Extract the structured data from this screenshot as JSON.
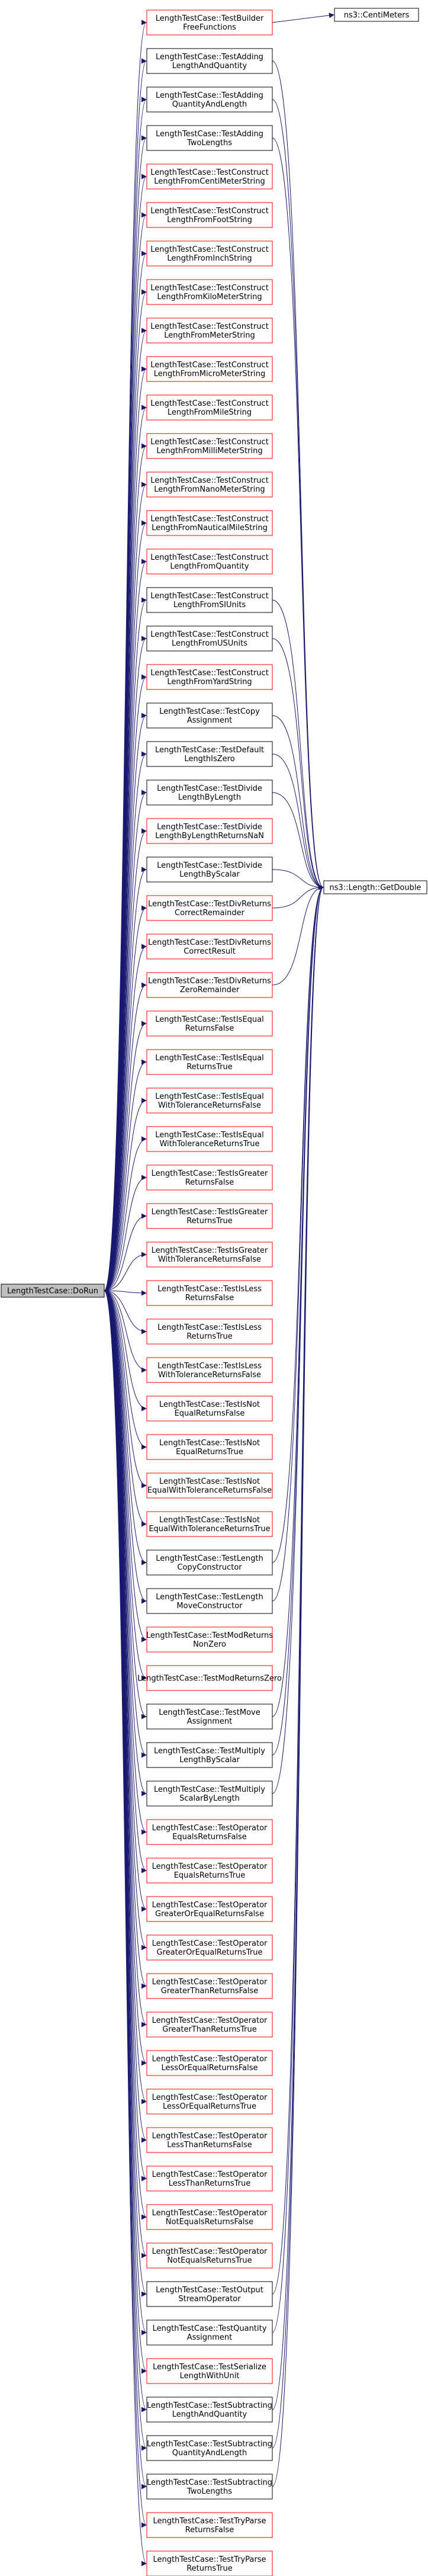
{
  "graph": {
    "root": {
      "label": "LengthTestCase::DoRun"
    },
    "targets": {
      "getdouble": {
        "label": "ns3::Length::GetDouble"
      },
      "centimeters": {
        "label": "ns3::CentiMeters"
      }
    },
    "callers": [
      {
        "lines": [
          "LengthTestCase::TestBuilder",
          "FreeFunctions"
        ],
        "border": "red",
        "calls": [
          "centimeters"
        ]
      },
      {
        "lines": [
          "LengthTestCase::TestAdding",
          "LengthAndQuantity"
        ],
        "border": "black",
        "calls": [
          "getdouble"
        ]
      },
      {
        "lines": [
          "LengthTestCase::TestAdding",
          "QuantityAndLength"
        ],
        "border": "black",
        "calls": [
          "getdouble"
        ]
      },
      {
        "lines": [
          "LengthTestCase::TestAdding",
          "TwoLengths"
        ],
        "border": "black",
        "calls": [
          "getdouble"
        ]
      },
      {
        "lines": [
          "LengthTestCase::TestConstruct",
          "LengthFromCentiMeterString"
        ],
        "border": "red",
        "calls": []
      },
      {
        "lines": [
          "LengthTestCase::TestConstruct",
          "LengthFromFootString"
        ],
        "border": "red",
        "calls": []
      },
      {
        "lines": [
          "LengthTestCase::TestConstruct",
          "LengthFromInchString"
        ],
        "border": "red",
        "calls": []
      },
      {
        "lines": [
          "LengthTestCase::TestConstruct",
          "LengthFromKiloMeterString"
        ],
        "border": "red",
        "calls": []
      },
      {
        "lines": [
          "LengthTestCase::TestConstruct",
          "LengthFromMeterString"
        ],
        "border": "red",
        "calls": []
      },
      {
        "lines": [
          "LengthTestCase::TestConstruct",
          "LengthFromMicroMeterString"
        ],
        "border": "red",
        "calls": []
      },
      {
        "lines": [
          "LengthTestCase::TestConstruct",
          "LengthFromMileString"
        ],
        "border": "red",
        "calls": []
      },
      {
        "lines": [
          "LengthTestCase::TestConstruct",
          "LengthFromMilliMeterString"
        ],
        "border": "red",
        "calls": []
      },
      {
        "lines": [
          "LengthTestCase::TestConstruct",
          "LengthFromNanoMeterString"
        ],
        "border": "red",
        "calls": []
      },
      {
        "lines": [
          "LengthTestCase::TestConstruct",
          "LengthFromNauticalMileString"
        ],
        "border": "red",
        "calls": []
      },
      {
        "lines": [
          "LengthTestCase::TestConstruct",
          "LengthFromQuantity"
        ],
        "border": "red",
        "calls": []
      },
      {
        "lines": [
          "LengthTestCase::TestConstruct",
          "LengthFromSIUnits"
        ],
        "border": "black",
        "calls": [
          "getdouble"
        ]
      },
      {
        "lines": [
          "LengthTestCase::TestConstruct",
          "LengthFromUSUnits"
        ],
        "border": "black",
        "calls": [
          "getdouble"
        ]
      },
      {
        "lines": [
          "LengthTestCase::TestConstruct",
          "LengthFromYardString"
        ],
        "border": "red",
        "calls": []
      },
      {
        "lines": [
          "LengthTestCase::TestCopy",
          "Assignment"
        ],
        "border": "black",
        "calls": [
          "getdouble"
        ]
      },
      {
        "lines": [
          "LengthTestCase::TestDefault",
          "LengthIsZero"
        ],
        "border": "black",
        "calls": [
          "getdouble"
        ]
      },
      {
        "lines": [
          "LengthTestCase::TestDivide",
          "LengthByLength"
        ],
        "border": "black",
        "calls": [
          "getdouble"
        ]
      },
      {
        "lines": [
          "LengthTestCase::TestDivide",
          "LengthByLengthReturnsNaN"
        ],
        "border": "red",
        "calls": []
      },
      {
        "lines": [
          "LengthTestCase::TestDivide",
          "LengthByScalar"
        ],
        "border": "black",
        "calls": [
          "getdouble"
        ]
      },
      {
        "lines": [
          "LengthTestCase::TestDivReturns",
          "CorrectRemainder"
        ],
        "border": "red",
        "calls": [
          "getdouble"
        ]
      },
      {
        "lines": [
          "LengthTestCase::TestDivReturns",
          "CorrectResult"
        ],
        "border": "red",
        "calls": []
      },
      {
        "lines": [
          "LengthTestCase::TestDivReturns",
          "ZeroRemainder"
        ],
        "border": "red",
        "calls": [
          "getdouble"
        ]
      },
      {
        "lines": [
          "LengthTestCase::TestIsEqual",
          "ReturnsFalse"
        ],
        "border": "red",
        "calls": []
      },
      {
        "lines": [
          "LengthTestCase::TestIsEqual",
          "ReturnsTrue"
        ],
        "border": "red",
        "calls": []
      },
      {
        "lines": [
          "LengthTestCase::TestIsEqual",
          "WithToleranceReturnsFalse"
        ],
        "border": "red",
        "calls": []
      },
      {
        "lines": [
          "LengthTestCase::TestIsEqual",
          "WithToleranceReturnsTrue"
        ],
        "border": "red",
        "calls": []
      },
      {
        "lines": [
          "LengthTestCase::TestIsGreater",
          "ReturnsFalse"
        ],
        "border": "red",
        "calls": []
      },
      {
        "lines": [
          "LengthTestCase::TestIsGreater",
          "ReturnsTrue"
        ],
        "border": "red",
        "calls": []
      },
      {
        "lines": [
          "LengthTestCase::TestIsGreater",
          "WithToleranceReturnsFalse"
        ],
        "border": "red",
        "calls": []
      },
      {
        "lines": [
          "LengthTestCase::TestIsLess",
          "ReturnsFalse"
        ],
        "border": "red",
        "calls": []
      },
      {
        "lines": [
          "LengthTestCase::TestIsLess",
          "ReturnsTrue"
        ],
        "border": "red",
        "calls": []
      },
      {
        "lines": [
          "LengthTestCase::TestIsLess",
          "WithToleranceReturnsFalse"
        ],
        "border": "red",
        "calls": []
      },
      {
        "lines": [
          "LengthTestCase::TestIsNot",
          "EqualReturnsFalse"
        ],
        "border": "red",
        "calls": []
      },
      {
        "lines": [
          "LengthTestCase::TestIsNot",
          "EqualReturnsTrue"
        ],
        "border": "red",
        "calls": []
      },
      {
        "lines": [
          "LengthTestCase::TestIsNot",
          "EqualWithToleranceReturnsFalse"
        ],
        "border": "red",
        "calls": []
      },
      {
        "lines": [
          "LengthTestCase::TestIsNot",
          "EqualWithToleranceReturnsTrue"
        ],
        "border": "red",
        "calls": []
      },
      {
        "lines": [
          "LengthTestCase::TestLength",
          "CopyConstructor"
        ],
        "border": "black",
        "calls": [
          "getdouble"
        ]
      },
      {
        "lines": [
          "LengthTestCase::TestLength",
          "MoveConstructor"
        ],
        "border": "black",
        "calls": [
          "getdouble"
        ]
      },
      {
        "lines": [
          "LengthTestCase::TestModReturns",
          "NonZero"
        ],
        "border": "red",
        "calls": []
      },
      {
        "lines": [
          "LengthTestCase::TestModReturnsZero"
        ],
        "border": "red",
        "calls": []
      },
      {
        "lines": [
          "LengthTestCase::TestMove",
          "Assignment"
        ],
        "border": "black",
        "calls": [
          "getdouble"
        ]
      },
      {
        "lines": [
          "LengthTestCase::TestMultiply",
          "LengthByScalar"
        ],
        "border": "black",
        "calls": [
          "getdouble"
        ]
      },
      {
        "lines": [
          "LengthTestCase::TestMultiply",
          "ScalarByLength"
        ],
        "border": "black",
        "calls": [
          "getdouble"
        ]
      },
      {
        "lines": [
          "LengthTestCase::TestOperator",
          "EqualsReturnsFalse"
        ],
        "border": "red",
        "calls": []
      },
      {
        "lines": [
          "LengthTestCase::TestOperator",
          "EqualsReturnsTrue"
        ],
        "border": "red",
        "calls": []
      },
      {
        "lines": [
          "LengthTestCase::TestOperator",
          "GreaterOrEqualReturnsFalse"
        ],
        "border": "red",
        "calls": []
      },
      {
        "lines": [
          "LengthTestCase::TestOperator",
          "GreaterOrEqualReturnsTrue"
        ],
        "border": "red",
        "calls": []
      },
      {
        "lines": [
          "LengthTestCase::TestOperator",
          "GreaterThanReturnsFalse"
        ],
        "border": "red",
        "calls": []
      },
      {
        "lines": [
          "LengthTestCase::TestOperator",
          "GreaterThanReturnsTrue"
        ],
        "border": "red",
        "calls": []
      },
      {
        "lines": [
          "LengthTestCase::TestOperator",
          "LessOrEqualReturnsFalse"
        ],
        "border": "red",
        "calls": []
      },
      {
        "lines": [
          "LengthTestCase::TestOperator",
          "LessOrEqualReturnsTrue"
        ],
        "border": "red",
        "calls": []
      },
      {
        "lines": [
          "LengthTestCase::TestOperator",
          "LessThanReturnsFalse"
        ],
        "border": "red",
        "calls": []
      },
      {
        "lines": [
          "LengthTestCase::TestOperator",
          "LessThanReturnsTrue"
        ],
        "border": "red",
        "calls": []
      },
      {
        "lines": [
          "LengthTestCase::TestOperator",
          "NotEqualsReturnsFalse"
        ],
        "border": "red",
        "calls": []
      },
      {
        "lines": [
          "LengthTestCase::TestOperator",
          "NotEqualsReturnsTrue"
        ],
        "border": "red",
        "calls": []
      },
      {
        "lines": [
          "LengthTestCase::TestOutput",
          "StreamOperator"
        ],
        "border": "black",
        "calls": [
          "getdouble"
        ]
      },
      {
        "lines": [
          "LengthTestCase::TestQuantity",
          "Assignment"
        ],
        "border": "black",
        "calls": [
          "getdouble"
        ]
      },
      {
        "lines": [
          "LengthTestCase::TestSerialize",
          "LengthWithUnit"
        ],
        "border": "red",
        "calls": []
      },
      {
        "lines": [
          "LengthTestCase::TestSubtracting",
          "LengthAndQuantity"
        ],
        "border": "black",
        "calls": [
          "getdouble"
        ]
      },
      {
        "lines": [
          "LengthTestCase::TestSubtracting",
          "QuantityAndLength"
        ],
        "border": "black",
        "calls": [
          "getdouble"
        ]
      },
      {
        "lines": [
          "LengthTestCase::TestSubtracting",
          "TwoLengths"
        ],
        "border": "black",
        "calls": [
          "getdouble"
        ]
      },
      {
        "lines": [
          "LengthTestCase::TestTryParse",
          "ReturnsFalse"
        ],
        "border": "red",
        "calls": []
      },
      {
        "lines": [
          "LengthTestCase::TestTryParse",
          "ReturnsTrue"
        ],
        "border": "red",
        "calls": []
      }
    ],
    "colors": {
      "edge": "#191970",
      "red_border": "#ff0000",
      "black_border": "#000000",
      "root_fill": "#bfbfbf",
      "node_fill": "#ffffff"
    }
  }
}
